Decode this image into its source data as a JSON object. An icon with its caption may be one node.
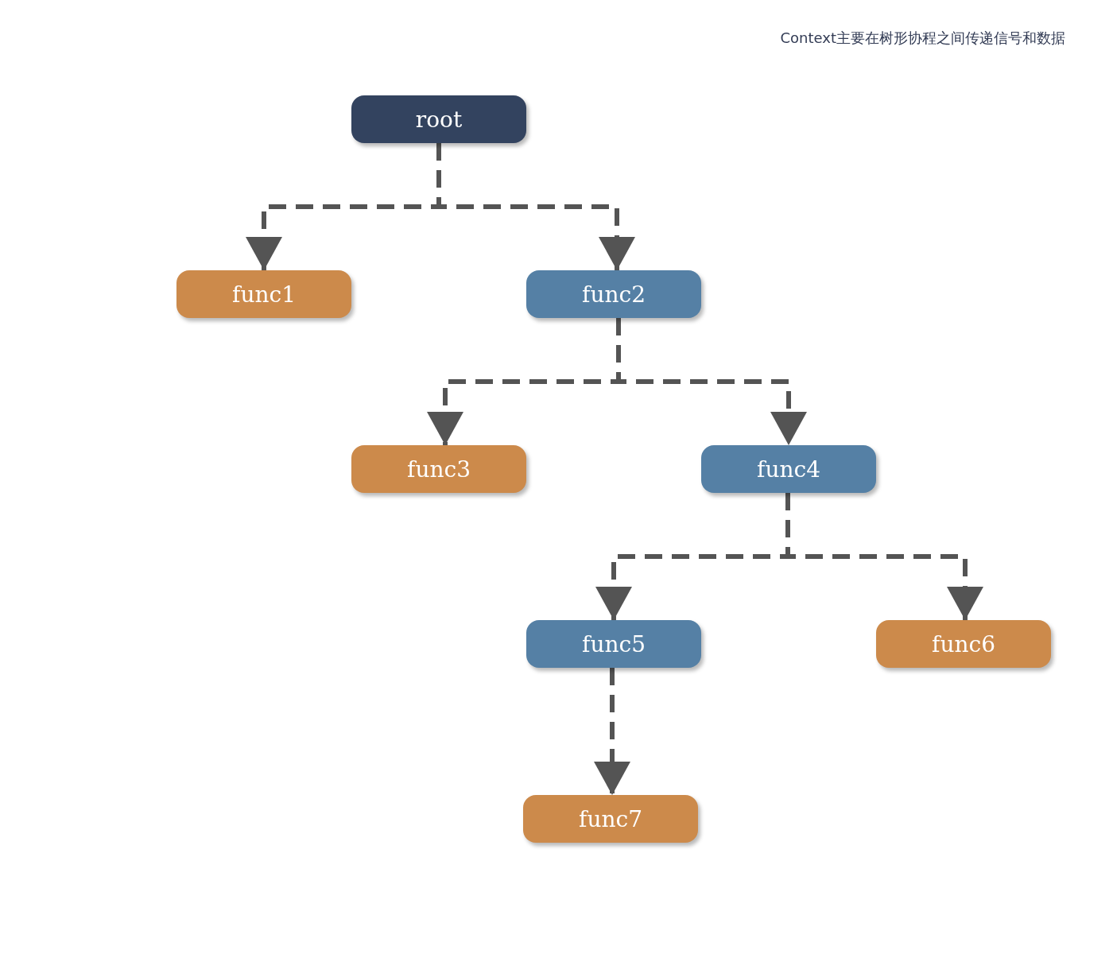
{
  "diagram": {
    "title": "Context主要在树形协程之间传递信号和数据",
    "nodes": [
      {
        "text": [
          "root"
        ]
      },
      {
        "text": [
          "func1"
        ]
      },
      {
        "text": [
          "func2"
        ]
      },
      {
        "text": [
          "func3"
        ]
      },
      {
        "text": [
          "func4"
        ]
      },
      {
        "text": [
          "func5"
        ]
      },
      {
        "text": [
          "func6"
        ]
      },
      {
        "text": [
          "func7"
        ]
      }
    ],
    "edges": [
      {
        "from": 0,
        "to": 1,
        "arrow": "to",
        "style": "dashed"
      },
      {
        "from": 0,
        "to": 2,
        "arrow": "to",
        "style": "dashed"
      },
      {
        "from": 2,
        "to": 3,
        "arrow": "to",
        "style": "dashed"
      },
      {
        "from": 2,
        "to": 4,
        "arrow": "to",
        "style": "dashed"
      },
      {
        "from": 4,
        "to": 5,
        "arrow": "to",
        "style": "dashed"
      },
      {
        "from": 4,
        "to": 6,
        "arrow": "to",
        "style": "dashed"
      },
      {
        "from": 5,
        "to": 7,
        "arrow": "to",
        "style": "dashed"
      }
    ]
  }
}
